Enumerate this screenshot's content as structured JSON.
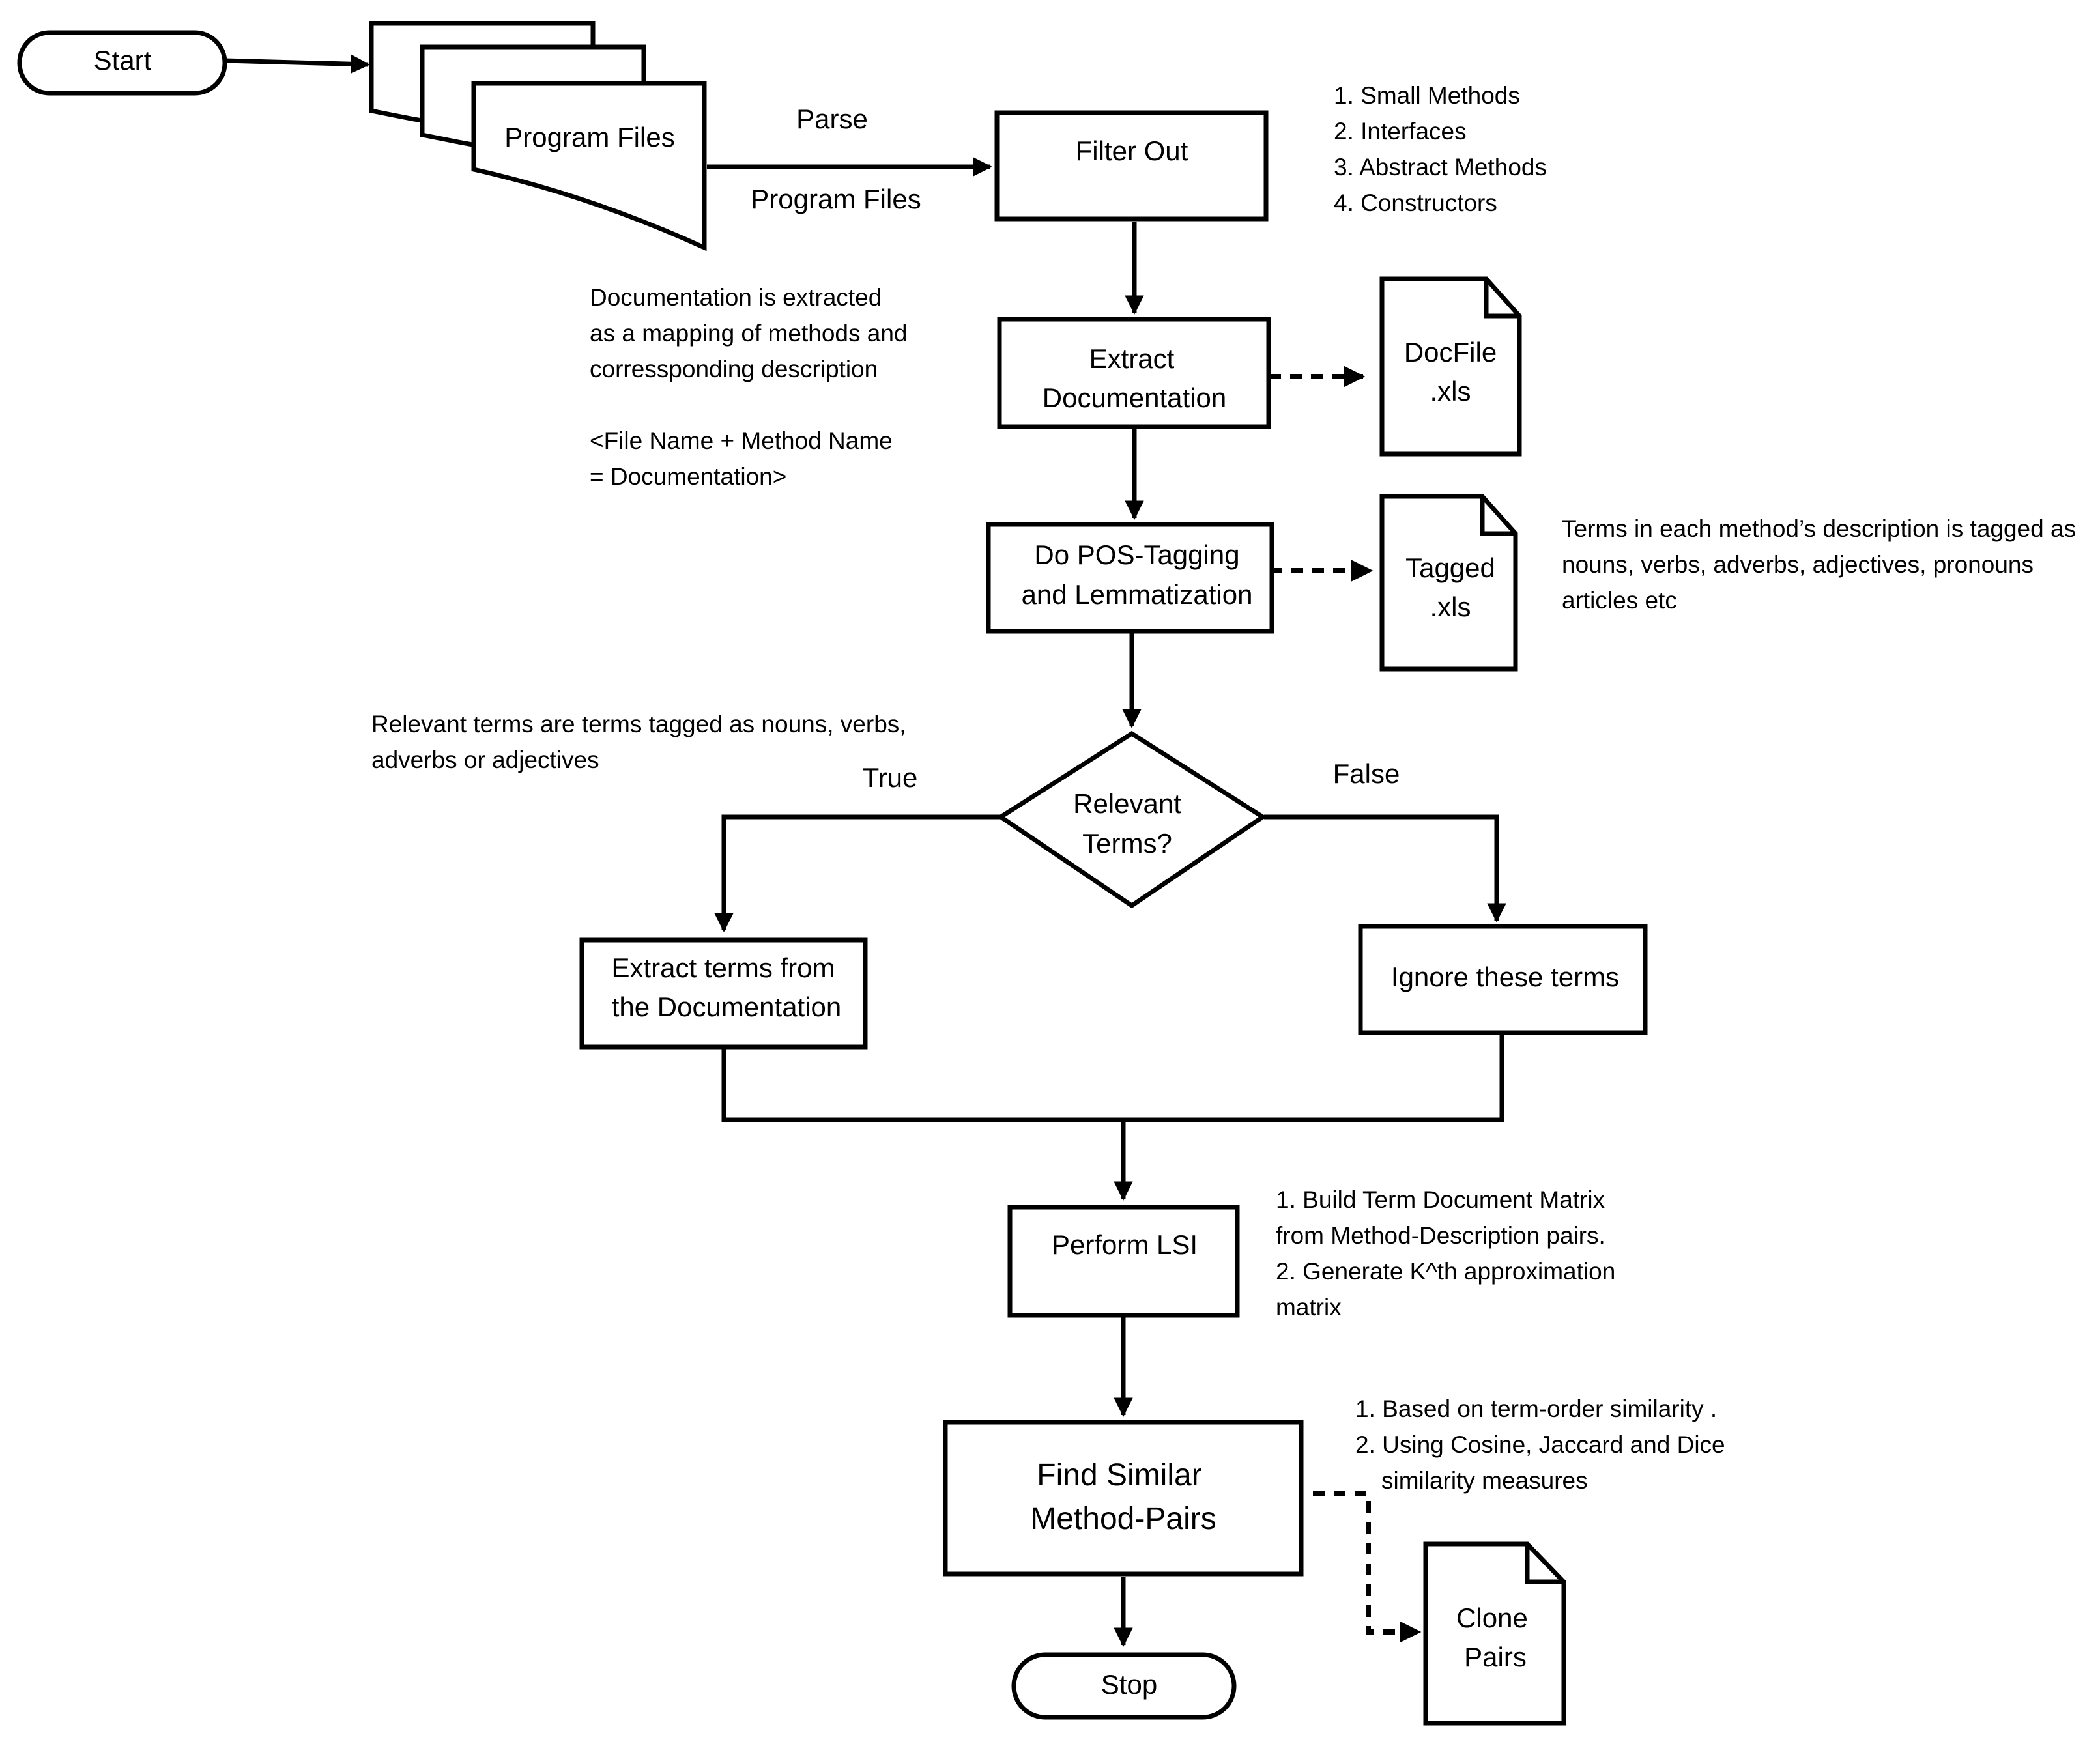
{
  "nodes": {
    "start": "Start",
    "program_files": "Program Files",
    "filter_out": "Filter Out",
    "extract_doc_1": "Extract",
    "extract_doc_2": "Documentation",
    "docfile_1": "DocFile",
    "docfile_2": ".xls",
    "pos_1": "Do POS-Tagging",
    "pos_2": "and Lemmatization",
    "tagged_1": "Tagged",
    "tagged_2": ".xls",
    "relevant_1": "Relevant",
    "relevant_2": "Terms?",
    "extract_terms_1": "Extract terms from",
    "extract_terms_2": "the Documentation",
    "ignore": "Ignore these terms",
    "lsi": "Perform LSI",
    "similar_1": "Find Similar",
    "similar_2": "Method-Pairs",
    "clone_1": "Clone",
    "clone_2": "Pairs",
    "stop": "Stop"
  },
  "edges": {
    "parse": "Parse",
    "program_files": "Program Files",
    "true": "True",
    "false": "False"
  },
  "notes": {
    "filter": [
      "1. Small Methods",
      "2. Interfaces",
      "3. Abstract Methods",
      "4. Constructors"
    ],
    "documentation": [
      "Documentation is extracted",
      "as a mapping of methods and",
      "corressponding description",
      "",
      "<File Name + Method Name",
      "= Documentation>"
    ],
    "tagging": [
      "Terms in each method’s description is tagged as",
      "nouns, verbs, adverbs, adjectives, pronouns",
      "articles etc"
    ],
    "relevant": [
      "Relevant terms are terms tagged as nouns, verbs,",
      "adverbs or adjectives"
    ],
    "lsi": [
      "1. Build Term Document Matrix",
      "from Method-Description pairs.",
      "2. Generate K^th approximation",
      "matrix"
    ],
    "similarity": [
      "1. Based on term-order similarity .",
      "2. Using Cosine, Jaccard and Dice",
      "similarity measures"
    ]
  }
}
